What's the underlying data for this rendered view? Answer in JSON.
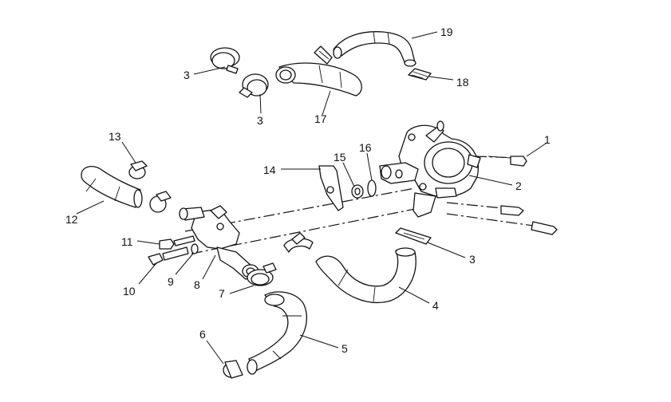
{
  "callouts": [
    {
      "id": "1",
      "text": "1"
    },
    {
      "id": "2",
      "text": "2"
    },
    {
      "id": "3a",
      "text": "3"
    },
    {
      "id": "3b",
      "text": "3"
    },
    {
      "id": "3c",
      "text": "3"
    },
    {
      "id": "4",
      "text": "4"
    },
    {
      "id": "5",
      "text": "5"
    },
    {
      "id": "6",
      "text": "6"
    },
    {
      "id": "7",
      "text": "7"
    },
    {
      "id": "8",
      "text": "8"
    },
    {
      "id": "9",
      "text": "9"
    },
    {
      "id": "10",
      "text": "10"
    },
    {
      "id": "11",
      "text": "11"
    },
    {
      "id": "12",
      "text": "12"
    },
    {
      "id": "13",
      "text": "13"
    },
    {
      "id": "14",
      "text": "14"
    },
    {
      "id": "15",
      "text": "15"
    },
    {
      "id": "16",
      "text": "16"
    },
    {
      "id": "17",
      "text": "17"
    },
    {
      "id": "18",
      "text": "18"
    },
    {
      "id": "19",
      "text": "19"
    }
  ]
}
